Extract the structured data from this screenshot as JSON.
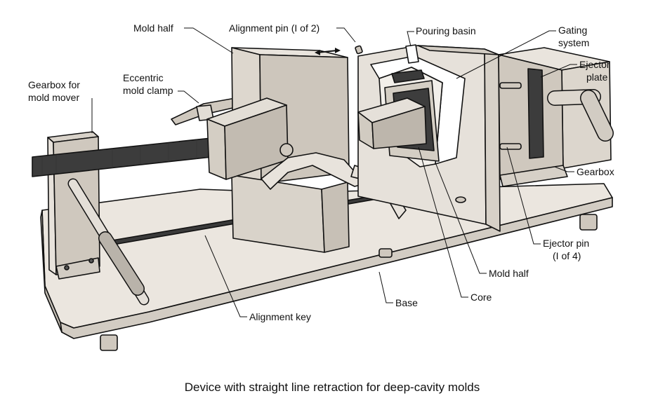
{
  "caption": "Device with straight line retraction for deep-cavity molds",
  "labels": {
    "gearbox_mover_1": "Gearbox for",
    "gearbox_mover_2": "mold mover",
    "eccentric_1": "Eccentric",
    "eccentric_2": "mold clamp",
    "mold_half_left": "Mold half",
    "alignment_pin": "Alignment pin (I of 2)",
    "pouring_basin": "Pouring basin",
    "gating_1": "Gating",
    "gating_2": "system",
    "ejector_plate_1": "Ejector",
    "ejector_plate_2": "plate",
    "gearbox": "Gearbox",
    "ejector_pin_1": "Ejector pin",
    "ejector_pin_2": "(I of 4)",
    "mold_half_right": "Mold half",
    "core": "Core",
    "base": "Base",
    "alignment_key": "Alignment key"
  }
}
